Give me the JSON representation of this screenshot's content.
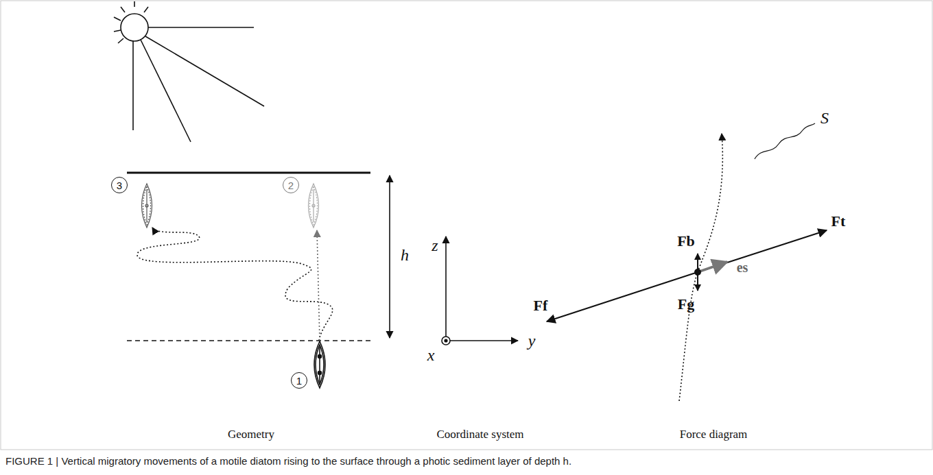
{
  "diagram": {
    "caption": "FIGURE 1 | Vertical migratory movements of a motile diatom rising to the surface through a photic sediment layer of depth h.",
    "nodes": [
      {
        "text": [
          "3"
        ]
      },
      {
        "text": [
          "2"
        ]
      },
      {
        "text": [
          "1"
        ]
      }
    ],
    "labels": [
      "h",
      "z",
      "y",
      "x",
      "S",
      "Ft",
      "Fb",
      "Ff",
      "Fg",
      "es",
      "Geometry",
      "Coordinate system",
      "Force diagram"
    ]
  }
}
